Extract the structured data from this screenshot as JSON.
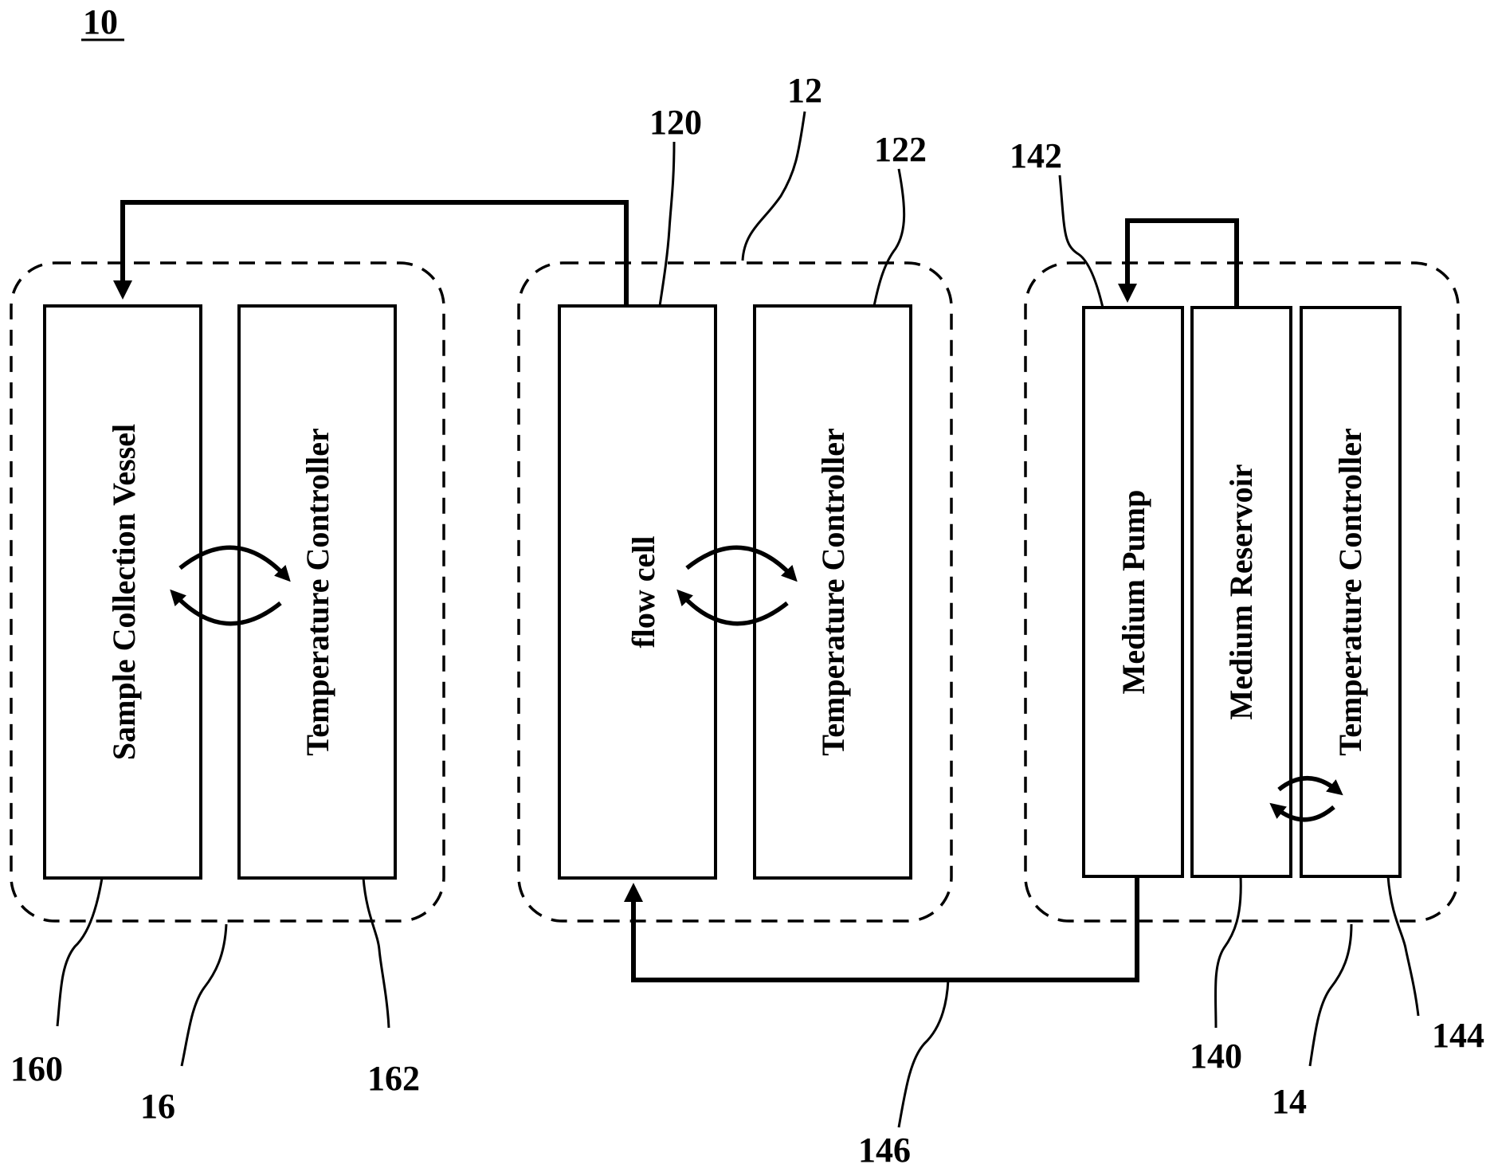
{
  "figure": {
    "number": "10"
  },
  "groups": {
    "collection": {
      "ref": "16",
      "vessel_ref": "160",
      "controller_ref": "162",
      "vessel_label": "Sample Collection Vessel",
      "controller_label": "Temperature Controller"
    },
    "flow": {
      "ref": "12",
      "cell_ref": "120",
      "controller_ref": "122",
      "cell_label": "flow cell",
      "controller_label": "Temperature Controller"
    },
    "medium": {
      "ref": "14",
      "pump_ref": "142",
      "reservoir_ref": "140",
      "controller_ref": "144",
      "pump_label": "Medium Pump",
      "reservoir_label": "Medium Reservoir",
      "controller_label": "Temperature Controller"
    }
  },
  "connections": {
    "supply_line_ref": "146"
  }
}
